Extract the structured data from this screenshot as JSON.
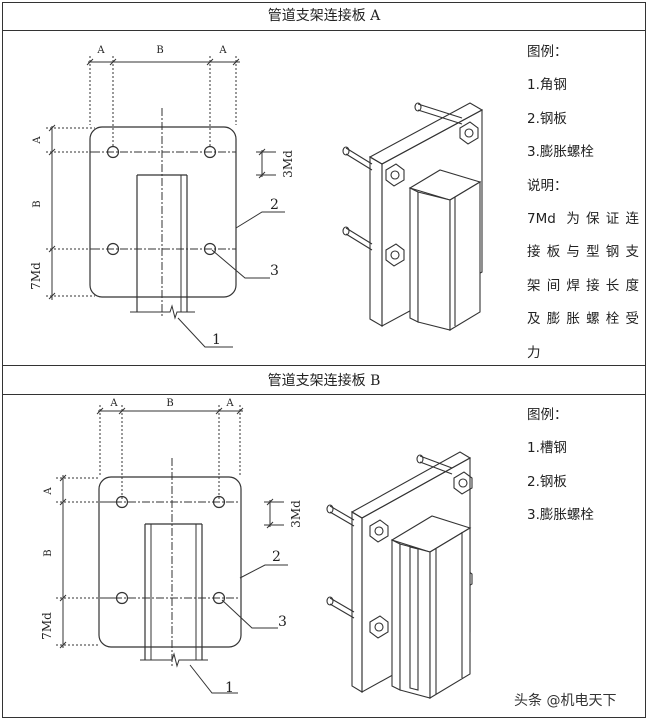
{
  "panel_a": {
    "title": "管道支架连接板 A",
    "dims": {
      "a": "A",
      "b": "B",
      "md3": "3Md",
      "md7": "7Md"
    },
    "callouts": {
      "c1": "1",
      "c2": "2",
      "c3": "3"
    },
    "legend": {
      "heading": "图例：",
      "items": [
        "1.角钢",
        "2.钢板",
        "3.膨胀螺栓"
      ],
      "note_heading": "说明：",
      "note_lines": [
        "7Md 为保证连",
        "接板与型钢支",
        "架间焊接长度",
        "及膨胀螺栓受",
        "力"
      ]
    }
  },
  "panel_b": {
    "title": "管道支架连接板 B",
    "dims": {
      "a": "A",
      "b": "B",
      "md3": "3Md",
      "md7": "7Md"
    },
    "callouts": {
      "c1": "1",
      "c2": "2",
      "c3": "3"
    },
    "legend": {
      "heading": "图例：",
      "items": [
        "1.槽钢",
        "2.钢板",
        "3.膨胀螺栓"
      ]
    }
  },
  "watermark": "头条 @机电天下"
}
